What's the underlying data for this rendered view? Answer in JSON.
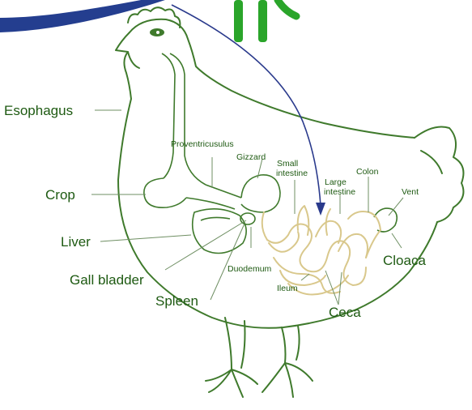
{
  "diagram": {
    "colors": {
      "outline": "#3f7a2c",
      "organ": "#d9c88c",
      "label": "#1e5a12",
      "leader": "#6f8f63",
      "arrow": "#2a3a8c",
      "logo_green": "#2aa52a",
      "logo_blue": "#243e8f"
    },
    "labels": {
      "esophagus": "Esophagus",
      "crop": "Crop",
      "liver": "Liver",
      "gall_bladder": "Gall bladder",
      "spleen": "Spleen",
      "proventriculus": "Proventricusulus",
      "gizzard": "Gizzard",
      "small_intestine_1": "Small",
      "small_intestine_2": "intestine",
      "large_intestine_1": "Large",
      "large_intestine_2": "intestine",
      "colon": "Colon",
      "vent": "Vent",
      "duodenum": "Duodemum",
      "ileum": "Ileum",
      "cloaca": "Cloaca",
      "ceca": "Ceca"
    }
  }
}
